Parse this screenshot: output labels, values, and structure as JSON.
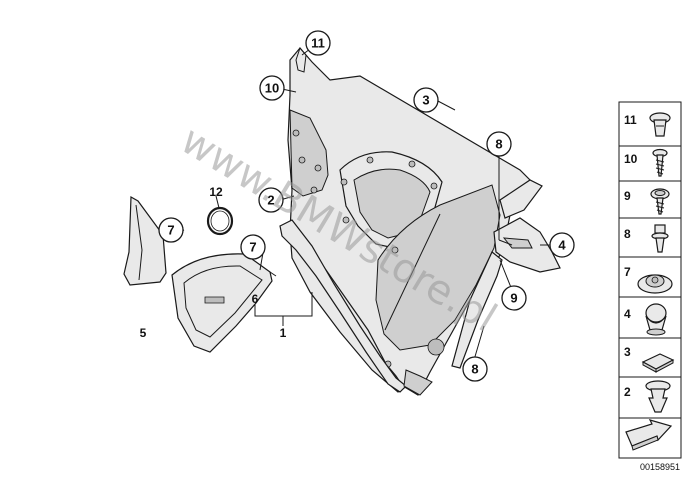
{
  "callouts": {
    "c1": "1",
    "c2": "2",
    "c3": "3",
    "c4": "4",
    "c5": "5",
    "c6": "6",
    "c7a": "7",
    "c7b": "7",
    "c8a": "8",
    "c8b": "8",
    "c9": "9",
    "c10": "10",
    "c11": "11",
    "c12": "12"
  },
  "legend": {
    "items": [
      {
        "num": "11",
        "icon": "push-rivet-icon"
      },
      {
        "num": "10",
        "icon": "screw-icon"
      },
      {
        "num": "9",
        "icon": "washer-screw-icon"
      },
      {
        "num": "8",
        "icon": "expanding-rivet-icon"
      },
      {
        "num": "7",
        "icon": "clip-nut-icon"
      },
      {
        "num": "4",
        "icon": "plug-icon"
      },
      {
        "num": "3",
        "icon": "foam-pad-icon"
      },
      {
        "num": "2",
        "icon": "fir-tree-clip-icon"
      }
    ],
    "arrow_icon": "direction-arrow-icon"
  },
  "diagram_number": "00158951",
  "watermark": "www.BMWstore.pl"
}
